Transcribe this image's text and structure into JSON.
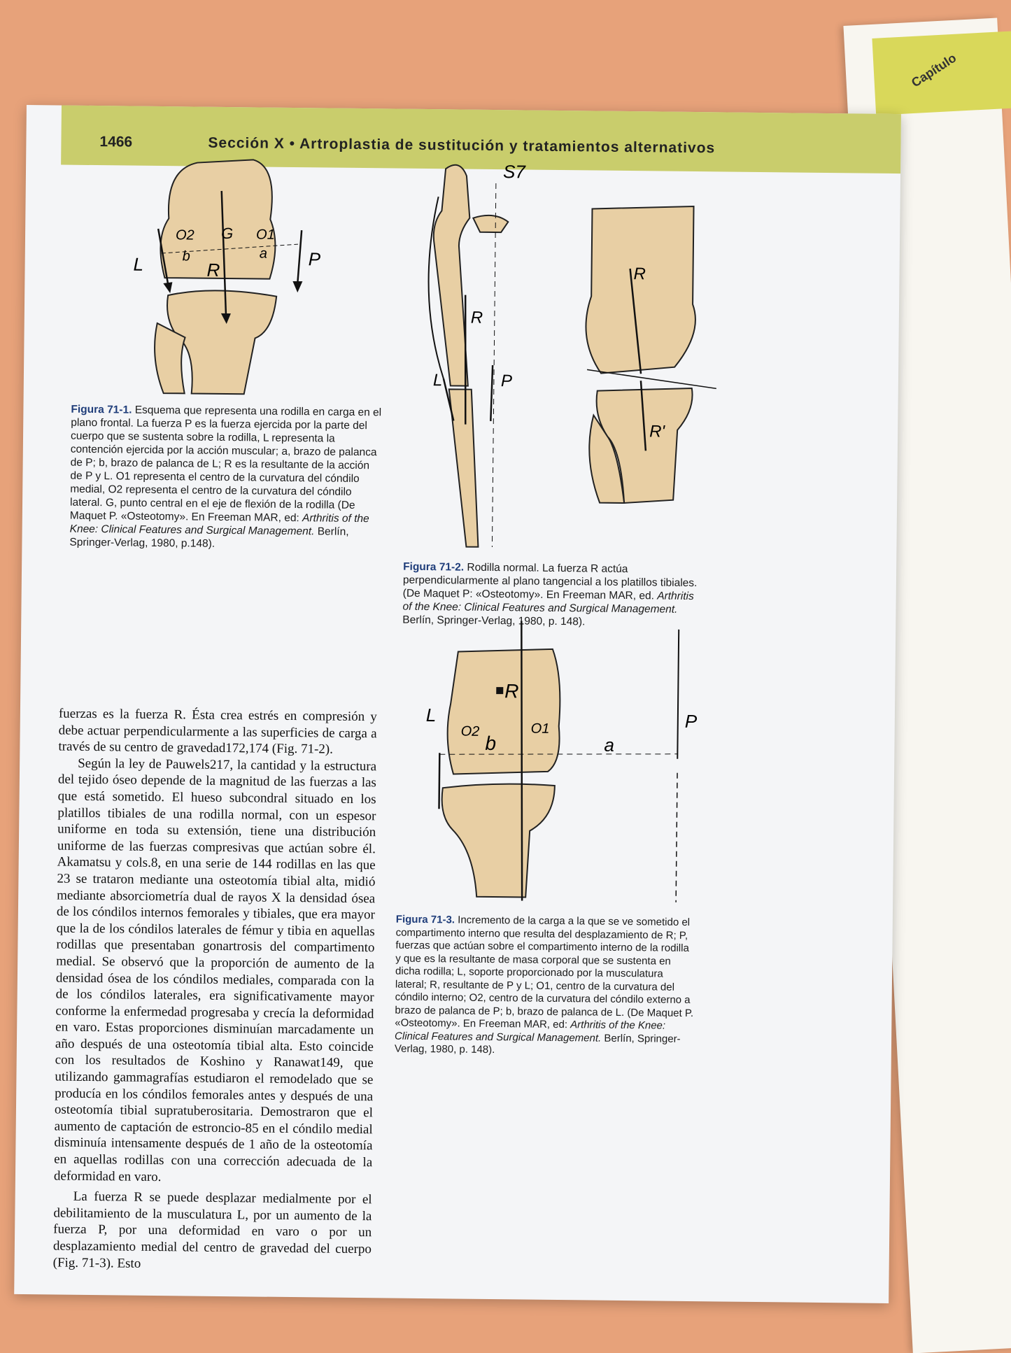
{
  "header": {
    "page_number": "1466",
    "section": "Sección X • Artroplastia de sustitución y tratamientos alternativos"
  },
  "right_page": {
    "tab_label": "Capítulo"
  },
  "colors": {
    "background": "#e7a27a",
    "header_band": "#c9cd6c",
    "bone": "#e8cfa4",
    "caption_label": "#1f3d7a"
  },
  "figure1": {
    "labels": {
      "o2": "O2",
      "g": "G",
      "o1": "O1",
      "b": "b",
      "a": "a",
      "l": "L",
      "r": "R",
      "p": "P"
    },
    "caption_label": "Figura 71-1.",
    "caption_text": " Esquema que representa una rodilla en carga en el plano frontal. La fuerza P es la fuerza ejercida por la parte del cuerpo que se sustenta sobre la rodilla, L representa la contención ejercida por la acción muscular; a, brazo de palanca de P; b, brazo de palanca de L; R es la resultante de la acción de P y L. O1 representa el centro de la curvatura del cóndilo medial, O2 representa el centro de la curvatura del cóndilo lateral. G, punto central en el eje de flexión de la rodilla (De Maquet P. «Osteotomy». En Freeman MAR, ed: ",
    "caption_italic": "Arthritis of the Knee: Clinical Features and Surgical Management.",
    "caption_end": " Berlín, Springer-Verlag, 1980, p.148)."
  },
  "figure2": {
    "labels": {
      "s7": "S7",
      "r": "R",
      "l": "L",
      "p": "P",
      "r2": "R",
      "r_prime": "R'"
    },
    "caption_label": "Figura 71-2.",
    "caption_text": " Rodilla normal. La fuerza R actúa perpendicularmente al plano tangencial a los platillos tibiales. (De Maquet P: «Osteotomy». En Freeman MAR, ed. ",
    "caption_italic": "Arthritis of the Knee: Clinical Features and Surgical Management.",
    "caption_end": " Berlín, Springer-Verlag, 1980, p. 148)."
  },
  "figure3": {
    "labels": {
      "r": "R",
      "l": "L",
      "p": "P",
      "o2": "O2",
      "o1": "O1",
      "b": "b",
      "a": "a"
    },
    "caption_label": "Figura 71-3.",
    "caption_text": " Incremento de la carga a la que se ve sometido el compartimento interno que resulta del desplazamiento de R; P, fuerzas que actúan sobre el compartimento interno de la rodilla y que es la resultante de masa corporal que se sustenta en dicha rodilla; L, soporte proporcionado por la musculatura lateral; R, resultante de P y L; O1, centro de la curvatura del cóndilo interno; O2, centro de la curvatura del cóndilo externo a brazo de palanca de P; b, brazo de palanca de L. (De Maquet P. «Osteotomy». En Freeman MAR, ed: ",
    "caption_italic": "Arthritis of the Knee: Clinical Features and Surgical Management.",
    "caption_end": " Berlín, Springer-Verlag, 1980, p. 148)."
  },
  "body": {
    "p1": "fuerzas es la fuerza R. Ésta crea estrés en compresión y debe actuar perpendicularmente a las superficies de carga a través de su centro de gravedad172,174 (Fig. 71-2).",
    "p2": "Según la ley de Pauwels217, la cantidad y la estructura del tejido óseo depende de la magnitud de las fuerzas a las que está sometido. El hueso subcondral situado en los platillos tibiales de una rodilla normal, con un espesor uniforme en toda su extensión, tiene una distribución uniforme de las fuerzas compresivas que actúan sobre él. Akamatsu y cols.8, en una serie de 144 rodillas en las que 23 se trataron mediante una osteotomía tibial alta, midió mediante absorciometría dual de rayos X la densidad ósea de los cóndilos internos femorales y tibiales, que era mayor que la de los cóndilos laterales de fémur y tibia en aquellas rodillas que presentaban gonartrosis del compartimento medial. Se observó que la proporción de aumento de la densidad ósea de los cóndilos mediales, comparada con la de los cóndilos laterales, era significativamente mayor conforme la enfermedad progresaba y crecía la deformidad en varo. Estas proporciones disminuían marcadamente un año después de una osteotomía tibial alta. Esto coincide con los resultados de Koshino y Ranawat149, que utilizando gammagrafías estudiaron el remodelado que se producía en los cóndilos femorales antes y después de una osteotomía tibial supratuberositaria. Demostraron que el aumento de captación de estroncio-85 en el cóndilo medial disminuía intensamente después de 1 año de la osteotomía en aquellas rodillas con una corrección adecuada de la deformidad en varo.",
    "p3": "La fuerza R se puede desplazar medialmente por el debilitamiento de la musculatura L, por un aumento de la fuerza P, por una deformidad en varo o por un desplazamiento medial del centro de gravedad del cuerpo (Fig. 71-3). Esto"
  }
}
